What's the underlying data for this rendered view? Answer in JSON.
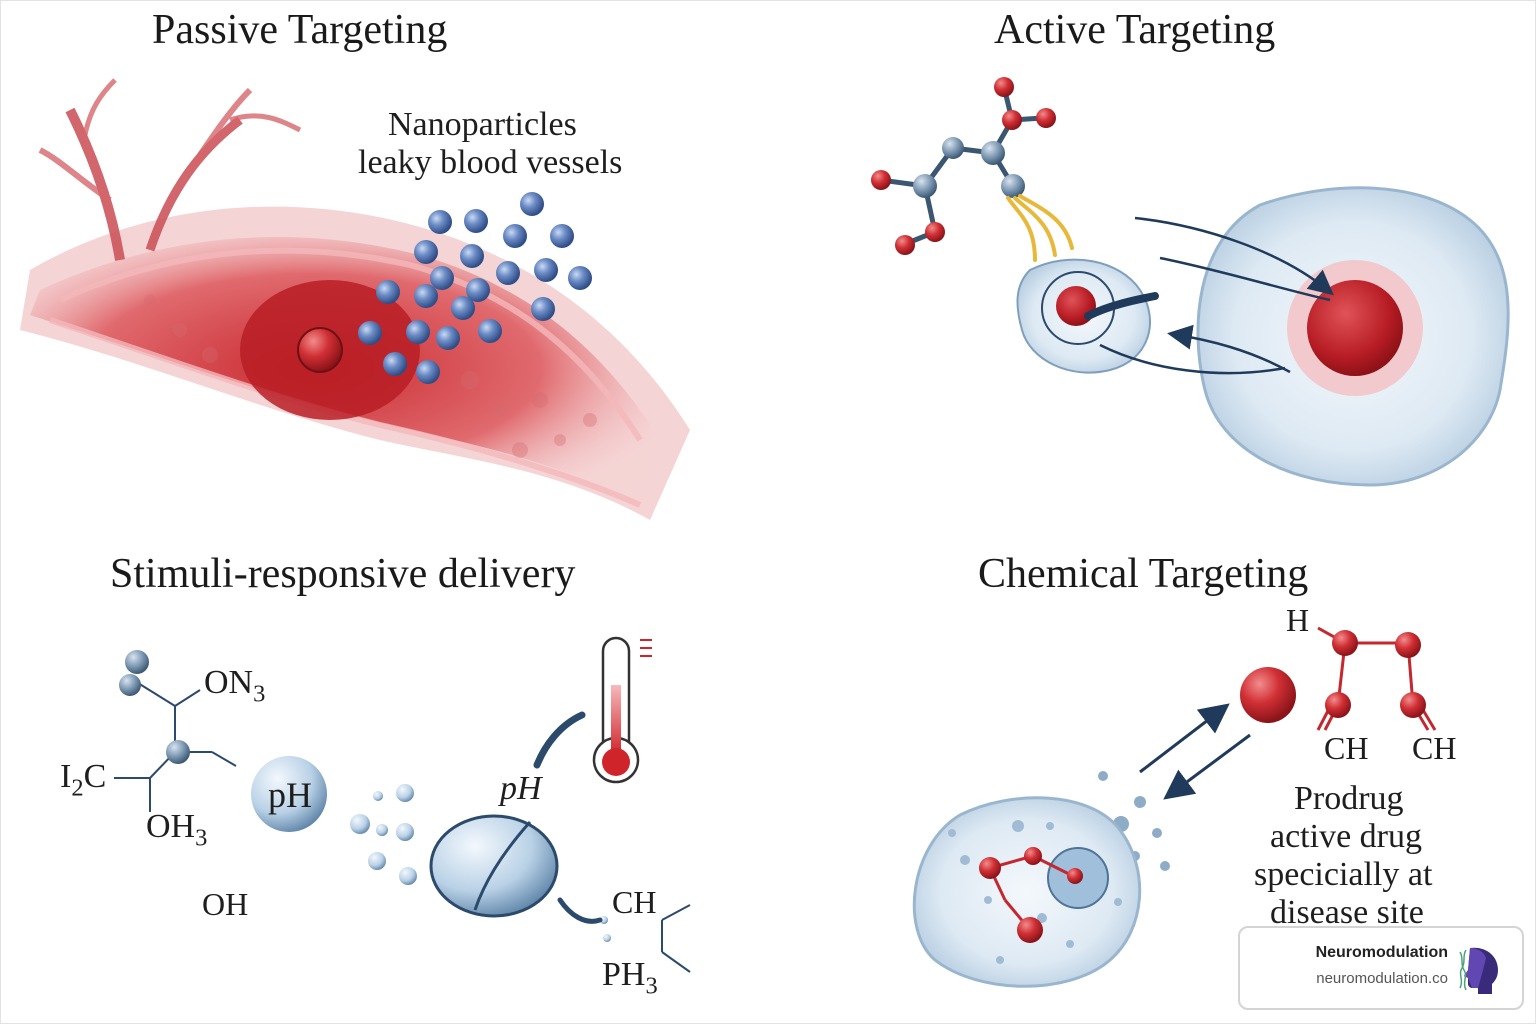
{
  "panels": {
    "passive": {
      "title": "Passive Targeting",
      "caption_line1": "Nanoparticles",
      "caption_line2": "leaky blood vessels"
    },
    "active": {
      "title": "Active Targeting"
    },
    "stimuli": {
      "title": "Stimuli-responsive delivery",
      "labels": {
        "on3_main": "ON",
        "on3_sub": "3",
        "i2c_pre": "I",
        "i2c_sub": "2",
        "i2c_post": "C",
        "oh3_main": "OH",
        "oh3_sub": "3",
        "oh": "OH",
        "ph_bubble": "pH",
        "ph_italic": "pH",
        "ch": "CH",
        "ph3_main": "PH",
        "ph3_sub": "3"
      }
    },
    "chemical": {
      "title": "Chemical Targeting",
      "labels": {
        "h": "H",
        "ch_left": "CH",
        "ch_right": "CH"
      },
      "caption_line1": "Prodrug",
      "caption_line2": "active drug",
      "caption_line3": "specicially at",
      "caption_line4": "disease site"
    }
  },
  "badge": {
    "name": "Neuromodulation",
    "url": "neuromodulation.co"
  },
  "colors": {
    "vessel_red": "#c8323a",
    "nanoparticle_blue": "#5b7fb8",
    "molecule_red": "#c4282f",
    "bond_navy": "#2c4a6b",
    "cell_blue": "#d7e6f1",
    "linker_yellow": "#e8b83a"
  },
  "icons": [
    "thermometer-icon",
    "brain-logo-icon"
  ]
}
